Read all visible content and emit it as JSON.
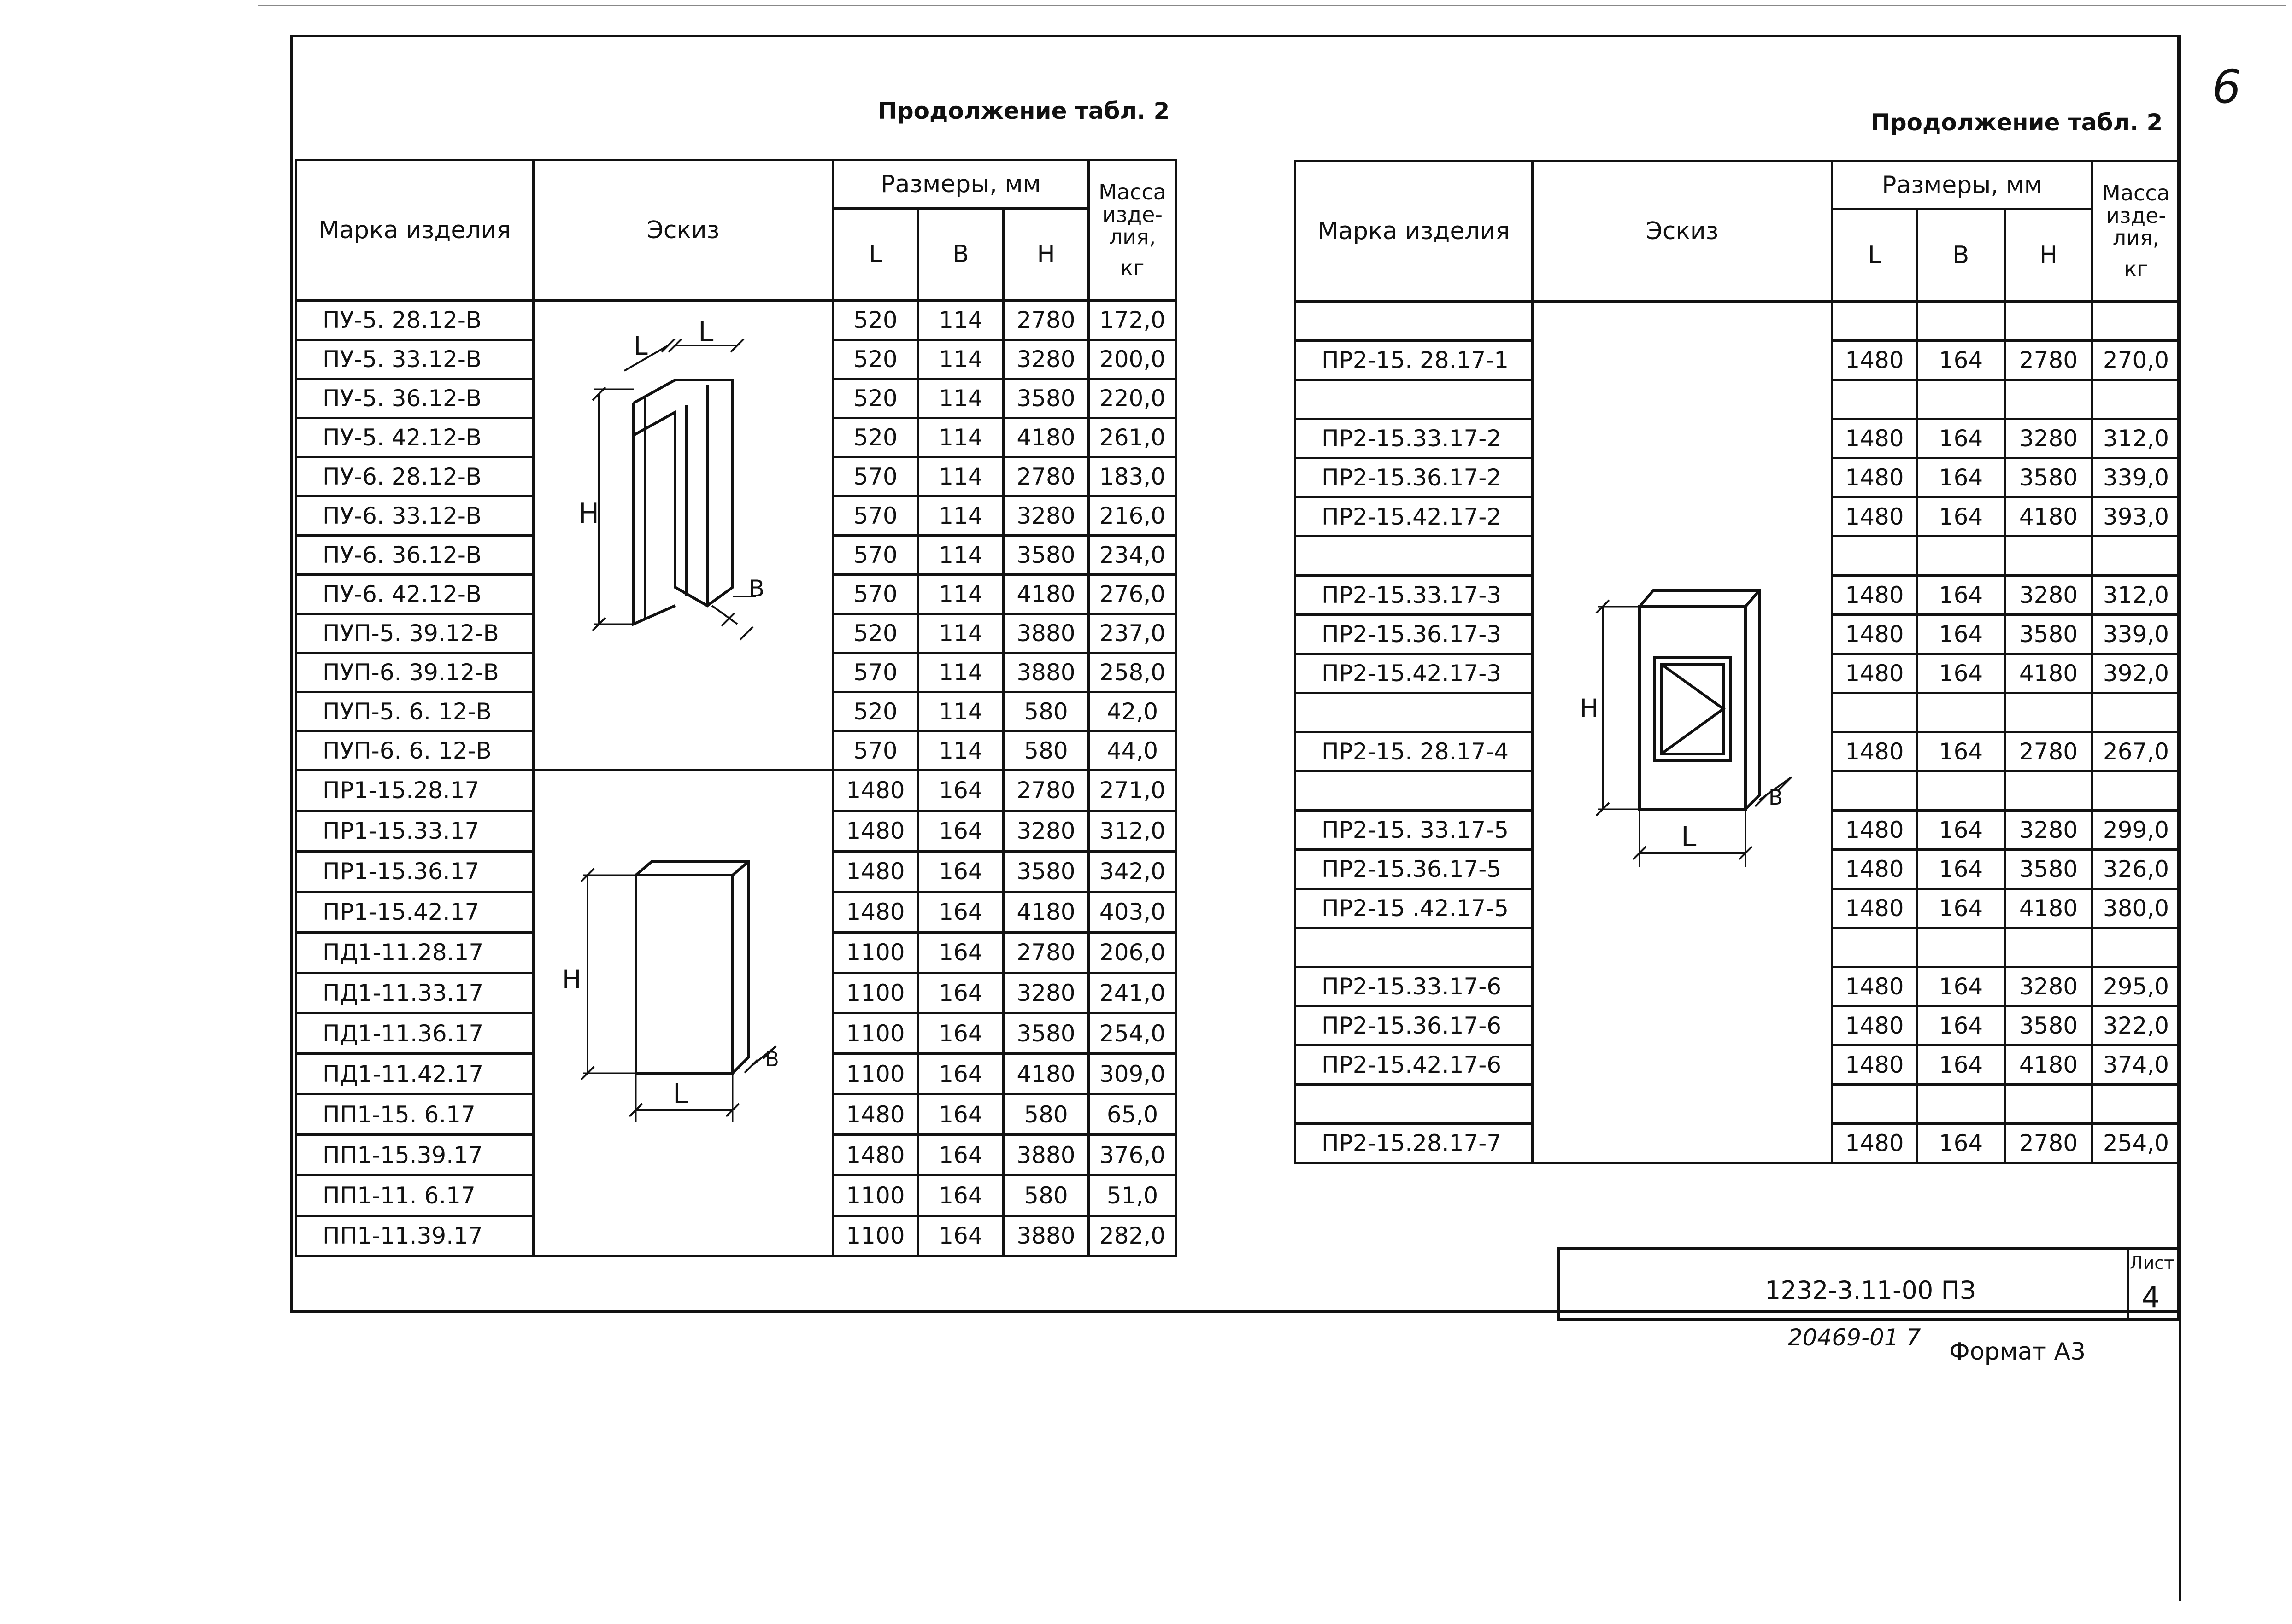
{
  "page": {
    "corner_mark": "6",
    "footer_code": "1232-3.11-00 ПЗ",
    "sheet_label": "Лист",
    "sheet_number": "4",
    "inventory_no": "20469-01 7",
    "format": "Формат А3"
  },
  "left": {
    "caption": "Продолжение табл. 2",
    "headers": {
      "mark": "Марка изделия",
      "sketch": "Эскиз",
      "dims": "Размеры, мм",
      "L": "L",
      "B": "B",
      "H": "H",
      "mass": "Масса изде- лия,",
      "mass_unit": "кг"
    },
    "rows": [
      {
        "mark": "ПУ-5. 28.12-В",
        "L": "520",
        "B": "114",
        "H": "2780",
        "mass": "172,0"
      },
      {
        "mark": "ПУ-5. 33.12-В",
        "L": "520",
        "B": "114",
        "H": "3280",
        "mass": "200,0"
      },
      {
        "mark": "ПУ-5. 36.12-В",
        "L": "520",
        "B": "114",
        "H": "3580",
        "mass": "220,0"
      },
      {
        "mark": "ПУ-5. 42.12-В",
        "L": "520",
        "B": "114",
        "H": "4180",
        "mass": "261,0"
      },
      {
        "mark": "ПУ-6. 28.12-В",
        "L": "570",
        "B": "114",
        "H": "2780",
        "mass": "183,0"
      },
      {
        "mark": "ПУ-6. 33.12-В",
        "L": "570",
        "B": "114",
        "H": "3280",
        "mass": "216,0"
      },
      {
        "mark": "ПУ-6. 36.12-В",
        "L": "570",
        "B": "114",
        "H": "3580",
        "mass": "234,0"
      },
      {
        "mark": "ПУ-6. 42.12-В",
        "L": "570",
        "B": "114",
        "H": "4180",
        "mass": "276,0"
      },
      {
        "mark": "ПУП-5. 39.12-В",
        "L": "520",
        "B": "114",
        "H": "3880",
        "mass": "237,0"
      },
      {
        "mark": "ПУП-6. 39.12-В",
        "L": "570",
        "B": "114",
        "H": "3880",
        "mass": "258,0"
      },
      {
        "mark": "ПУП-5. 6. 12-В",
        "L": "520",
        "B": "114",
        "H": "580",
        "mass": "42,0"
      },
      {
        "mark": "ПУП-6. 6. 12-В",
        "L": "570",
        "B": "114",
        "H": "580",
        "mass": "44,0"
      },
      {
        "mark": "ПР1-15.28.17",
        "L": "1480",
        "B": "164",
        "H": "2780",
        "mass": "271,0"
      },
      {
        "mark": "ПР1-15.33.17",
        "L": "1480",
        "B": "164",
        "H": "3280",
        "mass": "312,0"
      },
      {
        "mark": "ПР1-15.36.17",
        "L": "1480",
        "B": "164",
        "H": "3580",
        "mass": "342,0"
      },
      {
        "mark": "ПР1-15.42.17",
        "L": "1480",
        "B": "164",
        "H": "4180",
        "mass": "403,0"
      },
      {
        "mark": "ПД1-11.28.17",
        "L": "1100",
        "B": "164",
        "H": "2780",
        "mass": "206,0"
      },
      {
        "mark": "ПД1-11.33.17",
        "L": "1100",
        "B": "164",
        "H": "3280",
        "mass": "241,0"
      },
      {
        "mark": "ПД1-11.36.17",
        "L": "1100",
        "B": "164",
        "H": "3580",
        "mass": "254,0"
      },
      {
        "mark": "ПД1-11.42.17",
        "L": "1100",
        "B": "164",
        "H": "4180",
        "mass": "309,0"
      },
      {
        "mark": "ПП1-15. 6.17",
        "L": "1480",
        "B": "164",
        "H": "580",
        "mass": "65,0"
      },
      {
        "mark": "ПП1-15.39.17",
        "L": "1480",
        "B": "164",
        "H": "3880",
        "mass": "376,0"
      },
      {
        "mark": "ПП1-11. 6.17",
        "L": "1100",
        "B": "164",
        "H": "580",
        "mass": "51,0"
      },
      {
        "mark": "ПП1-11.39.17",
        "L": "1100",
        "B": "164",
        "H": "3880",
        "mass": "282,0"
      }
    ],
    "sketch1_labels": {
      "L1": "L",
      "L2": "L",
      "H": "H",
      "B": "B"
    },
    "sketch2_labels": {
      "H": "H",
      "L": "L",
      "B": "B"
    }
  },
  "right": {
    "caption": "Продолжение табл. 2",
    "headers": {
      "mark": "Марка изделия",
      "sketch": "Эскиз",
      "dims": "Размеры, мм",
      "L": "L",
      "B": "B",
      "H": "H",
      "mass": "Масса изде- лия,",
      "mass_unit": "кг"
    },
    "rows": [
      {
        "mark": "",
        "L": "",
        "B": "",
        "H": "",
        "mass": ""
      },
      {
        "mark": "ПР2-15. 28.17-1",
        "L": "1480",
        "B": "164",
        "H": "2780",
        "mass": "270,0"
      },
      {
        "mark": "",
        "L": "",
        "B": "",
        "H": "",
        "mass": ""
      },
      {
        "mark": "ПР2-15.33.17-2",
        "L": "1480",
        "B": "164",
        "H": "3280",
        "mass": "312,0"
      },
      {
        "mark": "ПР2-15.36.17-2",
        "L": "1480",
        "B": "164",
        "H": "3580",
        "mass": "339,0"
      },
      {
        "mark": "ПР2-15.42.17-2",
        "L": "1480",
        "B": "164",
        "H": "4180",
        "mass": "393,0"
      },
      {
        "mark": "",
        "L": "",
        "B": "",
        "H": "",
        "mass": ""
      },
      {
        "mark": "ПР2-15.33.17-3",
        "L": "1480",
        "B": "164",
        "H": "3280",
        "mass": "312,0"
      },
      {
        "mark": "ПР2-15.36.17-3",
        "L": "1480",
        "B": "164",
        "H": "3580",
        "mass": "339,0"
      },
      {
        "mark": "ПР2-15.42.17-3",
        "L": "1480",
        "B": "164",
        "H": "4180",
        "mass": "392,0"
      },
      {
        "mark": "",
        "L": "",
        "B": "",
        "H": "",
        "mass": ""
      },
      {
        "mark": "ПР2-15. 28.17-4",
        "L": "1480",
        "B": "164",
        "H": "2780",
        "mass": "267,0"
      },
      {
        "mark": "",
        "L": "",
        "B": "",
        "H": "",
        "mass": ""
      },
      {
        "mark": "ПР2-15. 33.17-5",
        "L": "1480",
        "B": "164",
        "H": "3280",
        "mass": "299,0"
      },
      {
        "mark": "ПР2-15.36.17-5",
        "L": "1480",
        "B": "164",
        "H": "3580",
        "mass": "326,0"
      },
      {
        "mark": "ПР2-15 .42.17-5",
        "L": "1480",
        "B": "164",
        "H": "4180",
        "mass": "380,0"
      },
      {
        "mark": "",
        "L": "",
        "B": "",
        "H": "",
        "mass": ""
      },
      {
        "mark": "ПР2-15.33.17-6",
        "L": "1480",
        "B": "164",
        "H": "3280",
        "mass": "295,0"
      },
      {
        "mark": "ПР2-15.36.17-6",
        "L": "1480",
        "B": "164",
        "H": "3580",
        "mass": "322,0"
      },
      {
        "mark": "ПР2-15.42.17-6",
        "L": "1480",
        "B": "164",
        "H": "4180",
        "mass": "374,0"
      },
      {
        "mark": "",
        "L": "",
        "B": "",
        "H": "",
        "mass": ""
      },
      {
        "mark": "ПР2-15.28.17-7",
        "L": "1480",
        "B": "164",
        "H": "2780",
        "mass": "254,0"
      }
    ],
    "sketch_labels": {
      "H": "H",
      "L": "L",
      "B": "B"
    }
  }
}
